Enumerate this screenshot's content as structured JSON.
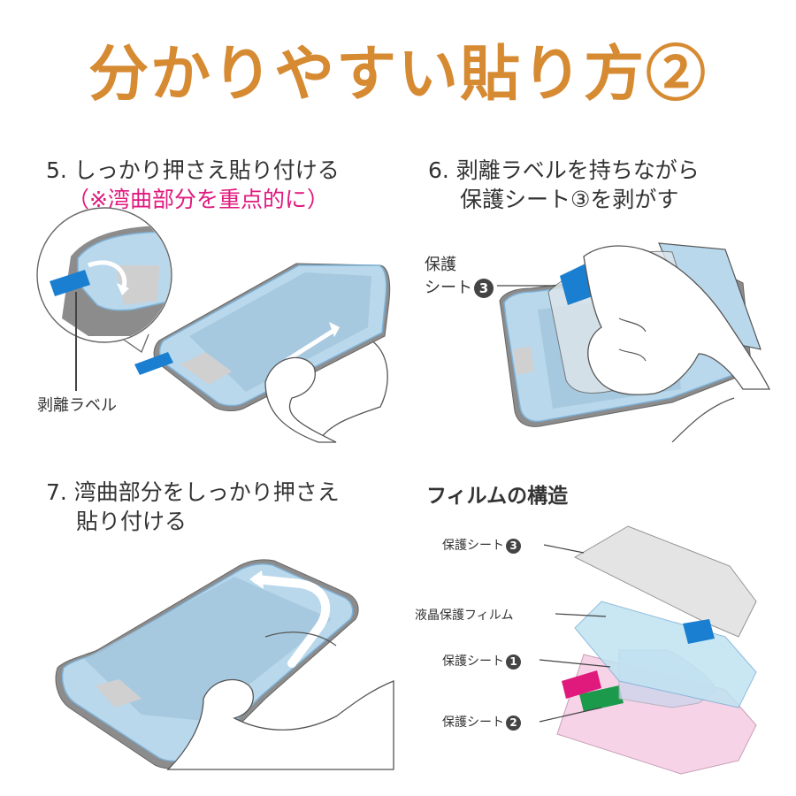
{
  "title": "分かりやすい貼り方②",
  "steps": {
    "step5": {
      "line1": "5. しっかり押さえ貼り付ける",
      "note": "（※湾曲部分を重点的に）"
    },
    "step6": {
      "line1": "6. 剥離ラベルを持ちながら",
      "line2": "保護シート③を剥がす"
    },
    "step7": {
      "line1": "7. 湾曲部分をしっかり押さえ",
      "line2": "貼り付ける"
    }
  },
  "labels": {
    "peel_label": "剥離ラベル",
    "protect_sheet": "保護",
    "protect_sheet_2": "シート",
    "badge3": "3"
  },
  "structure": {
    "heading": "フィルムの構造",
    "layers": [
      {
        "name": "保護シート",
        "badge": "3"
      },
      {
        "name": "液晶保護フィルム",
        "badge": ""
      },
      {
        "name": "保護シート",
        "badge": "1"
      },
      {
        "name": "保護シート",
        "badge": "2"
      }
    ]
  },
  "colors": {
    "title": "#d68a32",
    "note": "#e0197d",
    "tab_blue": "#1a7fd0",
    "tab_pink": "#e0197d",
    "tab_green": "#1a9a4a",
    "film_blue": "#bfe3f2",
    "film_pink": "#f6d3e6",
    "film_gray": "#e2e2e2"
  }
}
